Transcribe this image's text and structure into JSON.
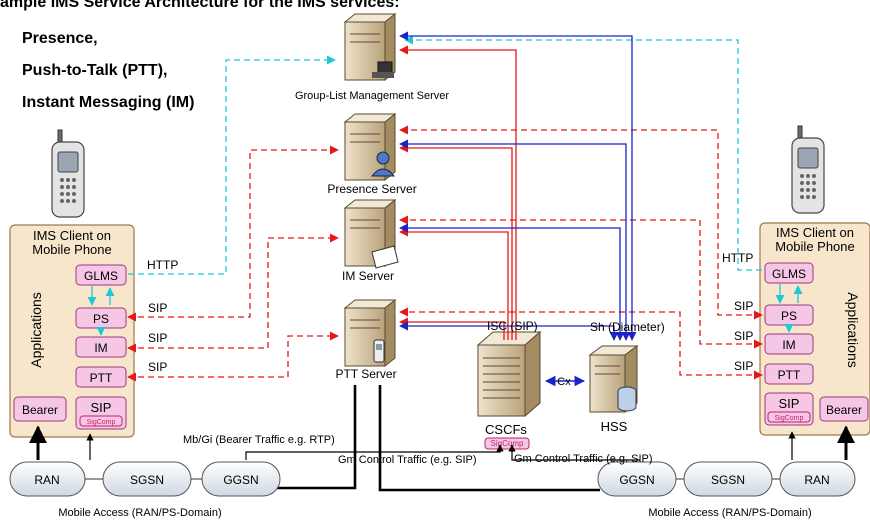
{
  "title": "ample IMS Service Architecture for the IMS services:",
  "service_list": [
    "Presence,",
    "Push-to-Talk (PTT),",
    "Instant Messaging (IM)"
  ],
  "servers": {
    "glms": "Group-List Management Server",
    "presence": "Presence Server",
    "im": "IM Server",
    "ptt": "PTT Server",
    "cscf": "CSCFs",
    "hss": "HSS"
  },
  "sigcomp": "SigComp",
  "clients": {
    "left": {
      "title_line1": "IMS Client on",
      "title_line2": "Mobile Phone",
      "applications": "Applications",
      "modules": [
        "GLMS",
        "PS",
        "IM",
        "PTT"
      ],
      "bearer": "Bearer",
      "sip": "SIP"
    },
    "right": {
      "title_line1": "IMS Client on",
      "title_line2": "Mobile Phone",
      "applications": "Applications",
      "modules": [
        "GLMS",
        "PS",
        "IM",
        "PTT"
      ],
      "bearer": "Bearer",
      "sip": "SIP"
    }
  },
  "links": {
    "http_left": "HTTP",
    "http_right": "HTTP",
    "sip": "SIP",
    "isc": "ISC (SIP)",
    "sh": "Sh (Diameter)",
    "cx": "Cx",
    "mbgi": "Mb/Gi (Bearer Traffic e.g. RTP)",
    "gm_left": "Gm Control Traffic (e.g. SIP)",
    "gm_right": "Gm Control Traffic (e.g. SIP)"
  },
  "access": {
    "left": [
      "RAN",
      "SGSN",
      "GGSN"
    ],
    "right": [
      "GGSN",
      "SGSN",
      "RAN"
    ],
    "label_left": "Mobile Access (RAN/PS-Domain)",
    "label_right": "Mobile Access (RAN/PS-Domain)"
  },
  "colors": {
    "client_fill": "#f7e6cc",
    "client_border": "#9c7a4b",
    "module_fill": "#f6c6e6",
    "module_border": "#9a3a78",
    "http_line": "#1ec8d8",
    "sip_line": "#e81818",
    "isc_line": "#e81818",
    "sh_line": "#1a22c8",
    "server_body": "#d8c6a4",
    "pill_fill": "#e7ecf3"
  }
}
